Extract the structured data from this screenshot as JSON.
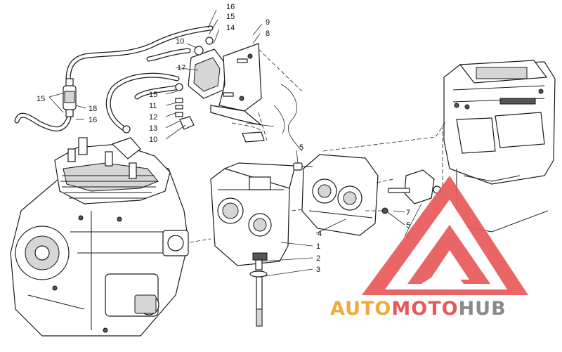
{
  "callouts": [
    "16",
    "15",
    "14",
    "9",
    "8",
    "10",
    "17",
    "15",
    "18",
    "16",
    "15",
    "11",
    "12",
    "13",
    "10",
    "5",
    "4",
    "1",
    "2",
    "3",
    "7",
    "5",
    "6"
  ],
  "watermark": {
    "part1": "AUTO",
    "part2": "MOTO",
    "part3": "HUB",
    "color_orange": "#f2a93b",
    "color_red": "#e8585a",
    "color_gray": "#8a8a8a"
  }
}
